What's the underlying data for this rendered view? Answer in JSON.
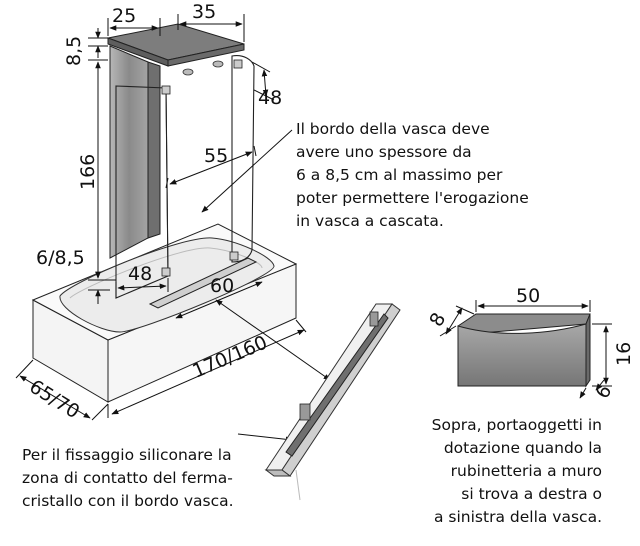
{
  "dimensions": {
    "shelf_depth": "25",
    "shelf_width": "35",
    "shelf_thickness": "8,5",
    "side_gap": "48",
    "height": "166",
    "panel_width_upper": "55",
    "edge_thickness": "6/8,5",
    "panel_width_lower": "48",
    "fixed_width": "60",
    "tub_length": "170/160",
    "tub_width": "65/70",
    "tray_width": "50",
    "tray_depth": "8",
    "tray_height": "16",
    "tray_thickness": "6"
  },
  "notes": {
    "edge": [
      "Il bordo della vasca deve",
      "avere uno spessore da",
      "6 a 8,5 cm al massimo per",
      "poter permettere l'erogazione",
      "in vasca a cascata."
    ],
    "silicone": [
      "Per il fissaggio siliconare la",
      "zona di contatto del ferma-",
      "cristallo con il bordo vasca."
    ],
    "shelf": [
      "Sopra, portaoggetti in",
      "dotazione quando la",
      "rubinetteria a muro",
      "si trova a destra o",
      "a sinistra della vasca."
    ]
  },
  "colors": {
    "panel_gray": "#8e8e8e",
    "shelf_gray": "#7d7d7d",
    "tub_white": "#f4f4f4",
    "line": "#111111"
  }
}
